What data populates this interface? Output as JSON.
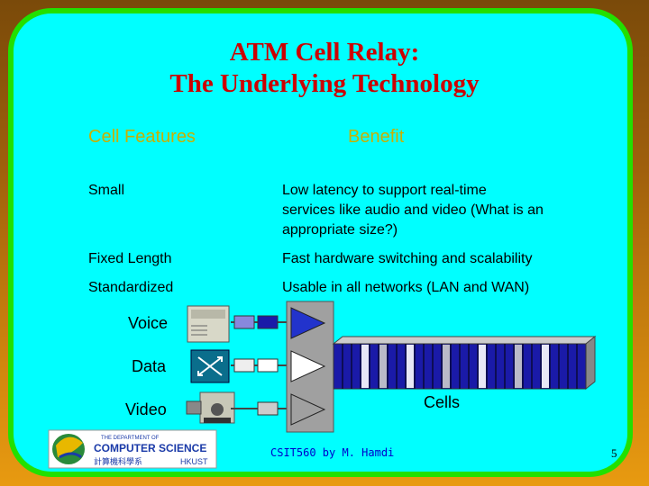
{
  "title": {
    "line1": "ATM Cell Relay:",
    "line2": "The Underlying Technology"
  },
  "table": {
    "col1_header": "Cell Features",
    "col2_header": "Benefit",
    "rows": [
      {
        "feature": "Small",
        "benefit_lines": [
          "Low latency to support real-time",
          "services like audio and video (What is an",
          "appropriate size?)"
        ]
      },
      {
        "feature": "Fixed Length",
        "benefit_lines": [
          "Fast hardware switching and scalability"
        ]
      },
      {
        "feature": "Standardized",
        "benefit_lines": [
          "Usable in all networks (LAN and WAN)"
        ]
      }
    ]
  },
  "diagram": {
    "inputs": [
      "Voice",
      "Data",
      "Video"
    ],
    "cells_label": "Cells"
  },
  "footer": {
    "logo": {
      "line1": "THE DEPARTMENT OF",
      "line2": "COMPUTER SCIENCE",
      "line3": "計算機科學系",
      "line4": "HKUST"
    },
    "course": "CSIT560 by M. Hamdi",
    "page": "5"
  },
  "colors": {
    "title": "#cc0000",
    "header": "#c8b000",
    "slide_bg": "#00ffff",
    "border": "#22e000",
    "cell_blue": "#1a1aa8",
    "footer_text": "#0000cc"
  }
}
